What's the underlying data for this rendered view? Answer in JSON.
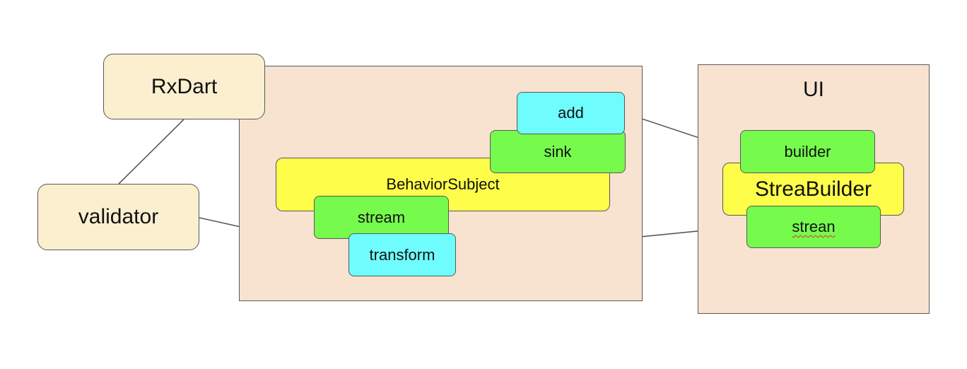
{
  "nodes": {
    "rxdart": "RxDart",
    "validator": "validator",
    "add": "add",
    "sink": "sink",
    "behavior_subject": "BehaviorSubject",
    "stream": "stream",
    "transform": "transform",
    "builder": "builder",
    "stream_builder": "StreaBuilder",
    "strean": "strean"
  },
  "panels": {
    "ui_title": "UI"
  },
  "colors": {
    "panel_fill": "#f8e3d0",
    "library_fill": "#fbefcf",
    "controller_fill": "#fdfd4a",
    "stream_fill": "#76fb4d",
    "method_fill": "#6efcfc",
    "border": "#595959",
    "connector": "#595959"
  }
}
